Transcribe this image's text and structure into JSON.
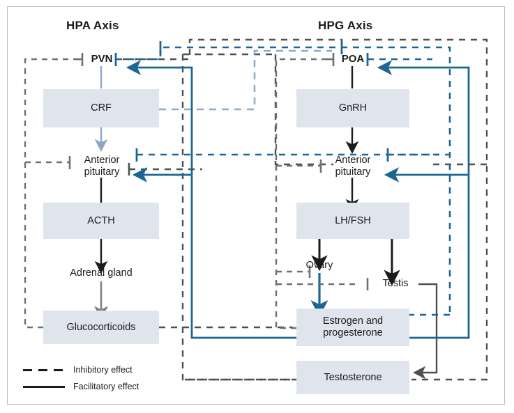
{
  "figure": {
    "title_left": "HPA Axis",
    "title_right": "HPG Axis"
  },
  "colors": {
    "box_fill": "#e0e4ed",
    "dark_gray": "#4d4f53",
    "black": "#1b1b1b",
    "blue": "#1c6694",
    "light_blue": "#8fa9c9",
    "light_blue_arrow": "#8ba7c4",
    "frame": "#b9bcbe",
    "gray_arrow": "#808285"
  },
  "hpa": {
    "nodes": [
      {
        "id": "pvn",
        "label": "PVN"
      },
      {
        "id": "crf",
        "label": "CRF"
      },
      {
        "id": "anterior-pituitary",
        "label": "Anterior\npituitary"
      },
      {
        "id": "acth",
        "label": "ACTH"
      },
      {
        "id": "adrenal-gland",
        "label": "Adrenal gland"
      },
      {
        "id": "glucocorticoids",
        "label": "Glucocorticoids"
      }
    ]
  },
  "hpg": {
    "nodes": [
      {
        "id": "poa",
        "label": "POA"
      },
      {
        "id": "gnrh",
        "label": "GnRH"
      },
      {
        "id": "anterior-pituitary",
        "label": "Anterior\npituitary"
      },
      {
        "id": "lh-fsh",
        "label": "LH/FSH"
      },
      {
        "id": "ovary",
        "label": "Ovary"
      },
      {
        "id": "testis",
        "label": "Testis"
      },
      {
        "id": "estrogen-progesterone",
        "label": "Estrogen and\nprogesterone"
      },
      {
        "id": "testosterone",
        "label": "Testosterone"
      }
    ]
  },
  "labels": {
    "pvn": "PVN",
    "crf": "CRF",
    "anterior_pituitary_line1": "Anterior",
    "anterior_pituitary_line2": "pituitary",
    "acth": "ACTH",
    "adrenal_gland": "Adrenal gland",
    "glucocorticoids": "Glucocorticoids",
    "poa": "POA",
    "gnrh": "GnRH",
    "lh_fsh": "LH/FSH",
    "ovary": "Ovary",
    "testis": "Testis",
    "estrogen_line1": "Estrogen and",
    "estrogen_line2": "progesterone",
    "testosterone": "Testosterone"
  },
  "legend": {
    "items": [
      {
        "style": "dashed",
        "label": "Inhibitory effect"
      },
      {
        "style": "solid",
        "label": "Facilitatory effect"
      }
    ]
  }
}
